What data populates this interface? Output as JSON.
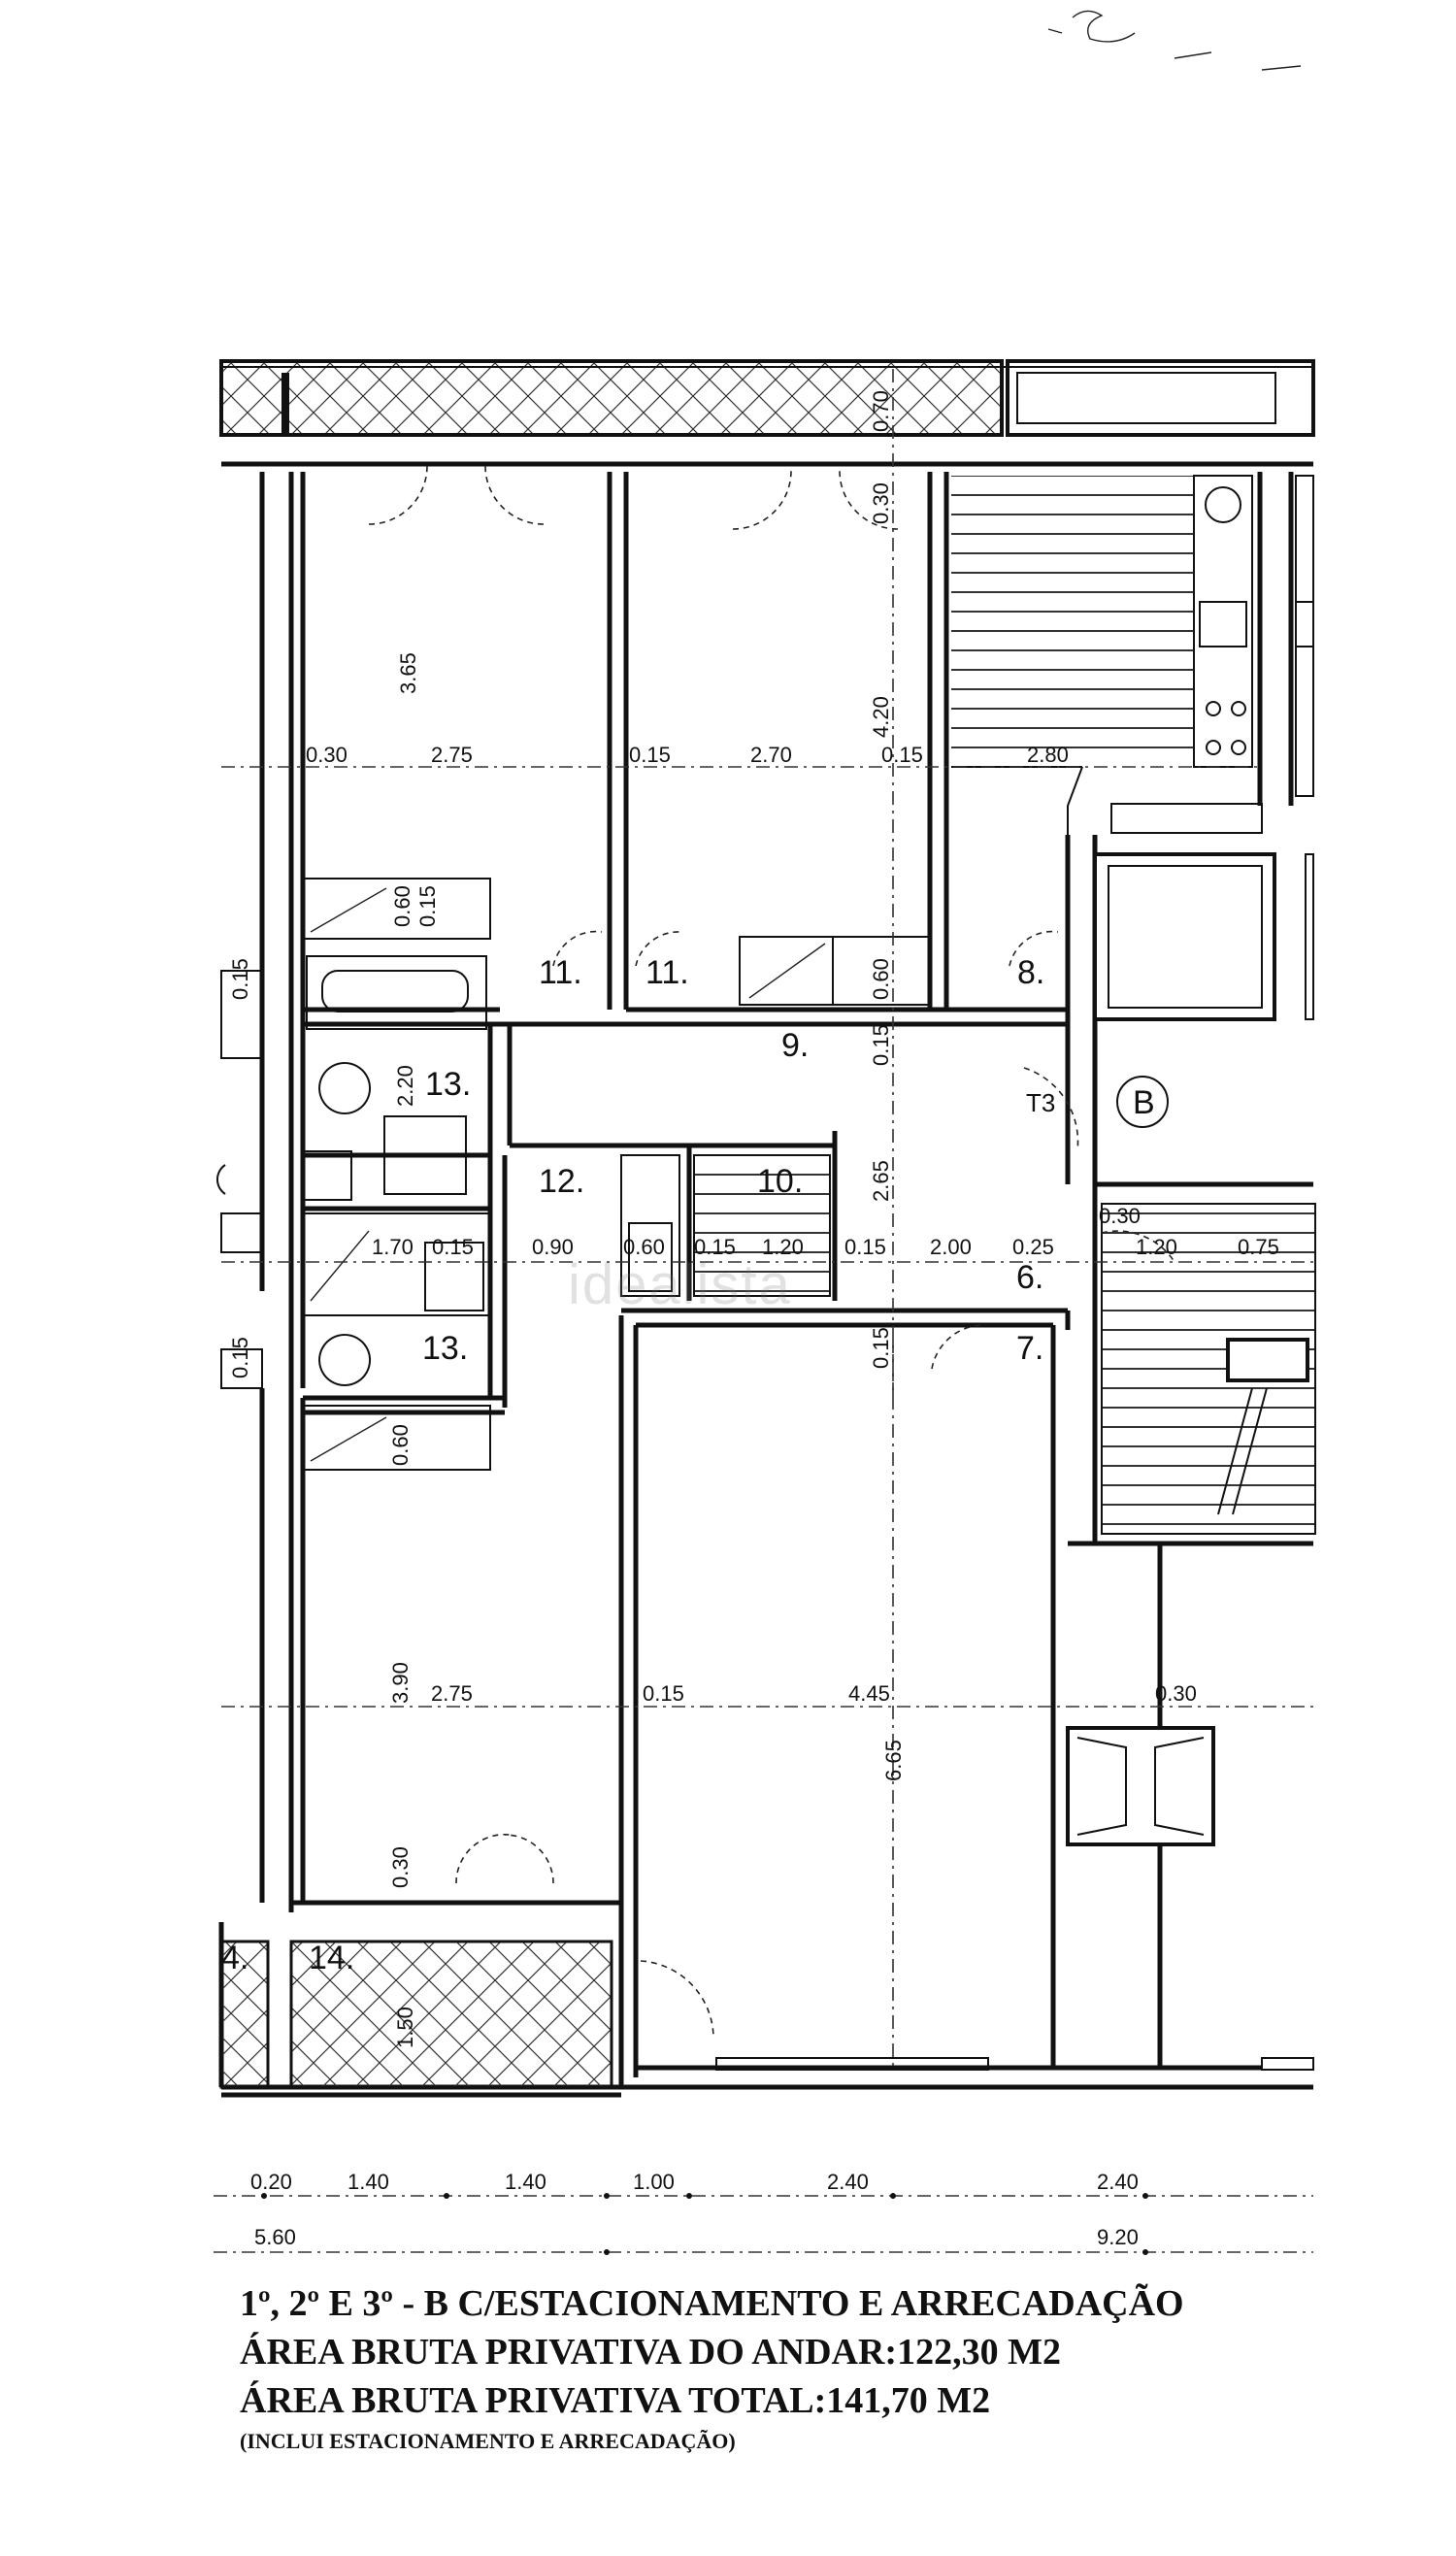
{
  "rooms": [
    {
      "id": "r11a",
      "number": "11."
    },
    {
      "id": "r11b",
      "number": "11."
    },
    {
      "id": "r8",
      "number": "8."
    },
    {
      "id": "r9",
      "number": "9."
    },
    {
      "id": "r13a",
      "number": "13."
    },
    {
      "id": "r12",
      "number": "12."
    },
    {
      "id": "r10",
      "number": "10."
    },
    {
      "id": "r6",
      "number": "6."
    },
    {
      "id": "r7",
      "number": "7."
    },
    {
      "id": "r13b",
      "number": "13."
    },
    {
      "id": "r14",
      "number": "14."
    },
    {
      "id": "r4",
      "number": "4."
    }
  ],
  "stair_label": "T3",
  "block_label": "B",
  "dimensions": {
    "d_070": "0.70",
    "d_030_top": "0.30",
    "d_365": "3.65",
    "d_420": "4.20",
    "d_030_l": "0.30",
    "d_275_a": "2.75",
    "d_015_a": "0.15",
    "d_270": "2.70",
    "d_015_b": "0.15",
    "d_280": "2.80",
    "d_060_a": "0.60",
    "d_015_c": "0.15",
    "d_060_b": "0.60",
    "d_015_d": "0.15",
    "d_220": "2.20",
    "d_265": "2.65",
    "d_030_r": "0.30",
    "d_170": "1.70",
    "d_015_e": "0.15",
    "d_090": "0.90",
    "d_060_c": "0.60",
    "d_015_f": "0.15",
    "d_120_a": "1.20",
    "d_015_g": "0.15",
    "d_200": "2.00",
    "d_025": "0.25",
    "d_120_b": "1.20",
    "d_075": "0.75",
    "d_015_h": "0.15",
    "d_060_d": "0.60",
    "d_390": "3.90",
    "d_275_b": "2.75",
    "d_015_i": "0.15",
    "d_445": "4.45",
    "d_030_s": "0.30",
    "d_665": "6.65",
    "d_030_bot": "0.30",
    "d_150": "1.50",
    "d_015_side1": "0.15",
    "d_015_side2": "0.15"
  },
  "bottom_dims_row1": [
    "0.20",
    "1.40",
    "1.40",
    "1.00",
    "2.40",
    "2.40"
  ],
  "bottom_dims_row2": [
    "5.60",
    "9.20"
  ],
  "watermark": "idealista",
  "caption": {
    "line1": "1º, 2º E 3º - B C/ESTACIONAMENTO E ARRECADAÇÃO",
    "line2": "ÁREA BRUTA PRIVATIVA DO ANDAR:122,30 M2",
    "line3": "ÁREA BRUTA PRIVATIVA TOTAL:141,70 M2",
    "line4": "(INCLUI ESTACIONAMENTO E ARRECADAÇÃO)"
  }
}
